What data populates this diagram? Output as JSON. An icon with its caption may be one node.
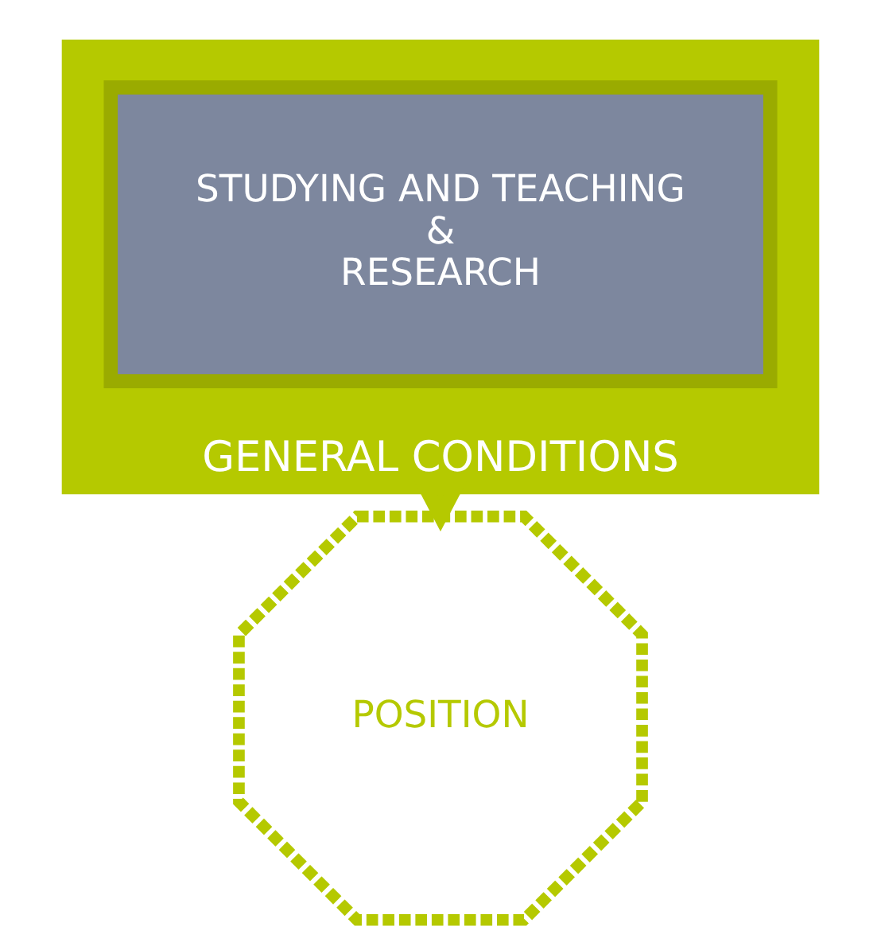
{
  "diagram": {
    "nodes": [
      {
        "text": [
          "GENERAL CONDITIONS"
        ]
      },
      {
        "text": [
          "STUDYING AND TEACHING",
          "&",
          "RESEARCH"
        ],
        "in": 0
      },
      {
        "text": [
          "POSITION"
        ]
      }
    ],
    "edges": [
      {
        "from": 0,
        "to": 2,
        "arrow": "to",
        "style": "thick"
      }
    ]
  }
}
